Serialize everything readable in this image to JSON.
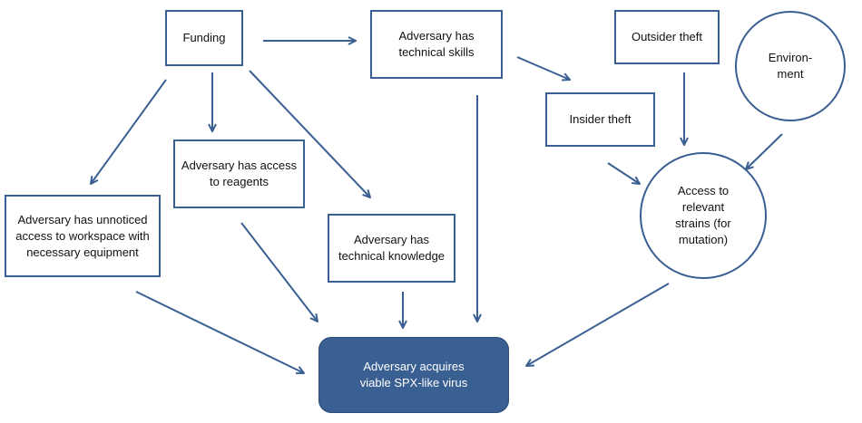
{
  "diagram": {
    "nodes": {
      "funding": "Funding",
      "tech_skills": "Adversary has\ntechnical skills",
      "outsider_theft": "Outsider theft",
      "environment": "Environ-\nment",
      "insider_theft": "Insider theft",
      "reagents": "Adversary has access\nto reagents",
      "workspace": "Adversary has unnoticed\naccess to workspace with\nnecessary equipment",
      "tech_knowledge": "Adversary has\ntechnical knowledge",
      "strains": "Access to\nrelevant\nstrains (for\nmutation)",
      "outcome": "Adversary acquires\nviable SPX-like virus"
    },
    "edges": [
      {
        "from": "funding",
        "to": "tech_skills"
      },
      {
        "from": "funding",
        "to": "workspace"
      },
      {
        "from": "funding",
        "to": "reagents"
      },
      {
        "from": "funding",
        "to": "tech_knowledge"
      },
      {
        "from": "tech_skills",
        "to": "insider_theft"
      },
      {
        "from": "tech_skills",
        "to": "outcome"
      },
      {
        "from": "outsider_theft",
        "to": "strains"
      },
      {
        "from": "environment",
        "to": "strains"
      },
      {
        "from": "insider_theft",
        "to": "strains"
      },
      {
        "from": "workspace",
        "to": "outcome"
      },
      {
        "from": "reagents",
        "to": "outcome"
      },
      {
        "from": "tech_knowledge",
        "to": "outcome"
      },
      {
        "from": "strains",
        "to": "outcome"
      }
    ],
    "colors": {
      "stroke": "#3a5f92",
      "terminal_fill": "#3a5f92",
      "terminal_text": "#ffffff"
    }
  }
}
